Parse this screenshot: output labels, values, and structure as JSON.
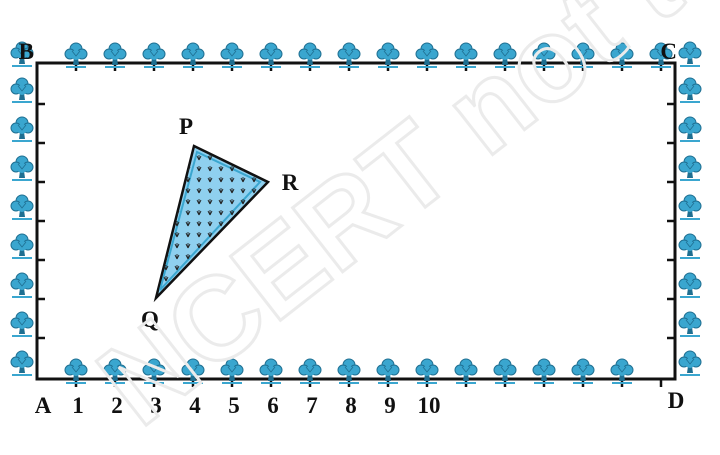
{
  "diagram": {
    "corners": {
      "top_left": "B",
      "top_right": "C",
      "bottom_left": "A",
      "bottom_right": "D"
    },
    "triangle": {
      "vertex_top": "P",
      "vertex_right": "R",
      "vertex_bottom": "Q"
    },
    "bottom_scale": [
      "1",
      "2",
      "3",
      "4",
      "5",
      "6",
      "7",
      "8",
      "9",
      "10"
    ],
    "watermark_text": "NCERT not to be republished",
    "colors": {
      "tree_fill": "#3aa6cf",
      "tree_dark": "#1f6f91",
      "triangle_fill": "#8fd0ef",
      "border": "#111111",
      "watermark": "#e9e9e9"
    }
  }
}
